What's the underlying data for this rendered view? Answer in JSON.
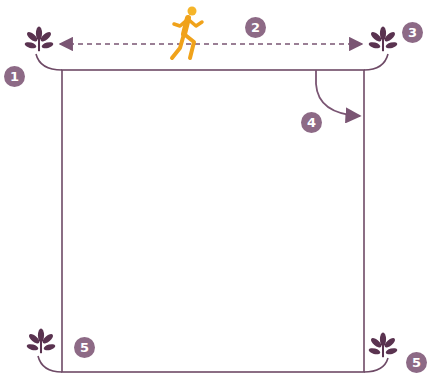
{
  "diagram": {
    "labels": [
      "1",
      "2",
      "3",
      "4",
      "5",
      "5"
    ]
  }
}
